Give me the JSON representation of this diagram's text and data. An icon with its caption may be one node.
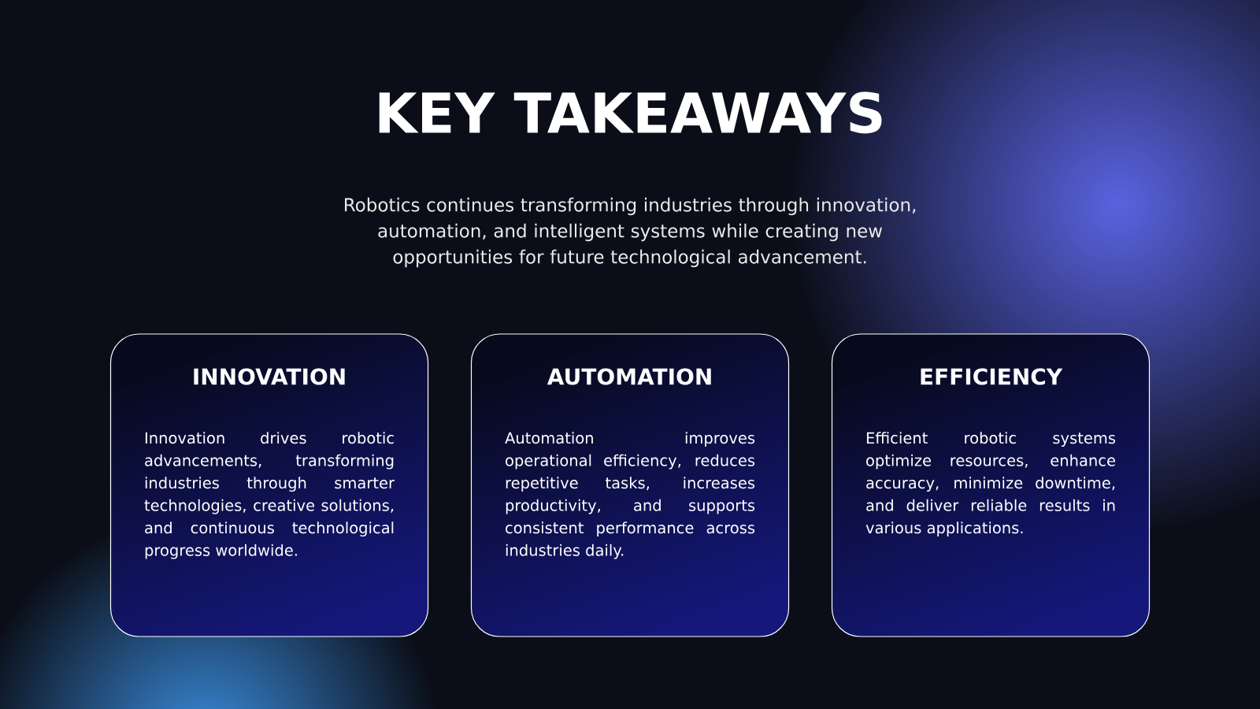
{
  "diagram": {
    "title": "KEY TAKEAWAYS",
    "nodes": [
      {
        "text": [
          "INNOVATION",
          "Innovation drives robotic advancements, transforming industries through smarter technologies, creative solutions, and continuous technological progress worldwide."
        ]
      },
      {
        "text": [
          "AUTOMATION",
          "Automation improves operational efficiency, reduces repetitive tasks, increases productivity, and supports consistent performance across industries daily."
        ]
      },
      {
        "text": [
          "EFFICIENCY",
          "Efficient robotic systems optimize resources, enhance accuracy, minimize downtime, and deliver reliable results in various applications."
        ]
      }
    ],
    "labels": [
      "Robotics continues transforming industries through innovation, automation, and intelligent systems while creating new opportunities for future technological advancement."
    ]
  }
}
